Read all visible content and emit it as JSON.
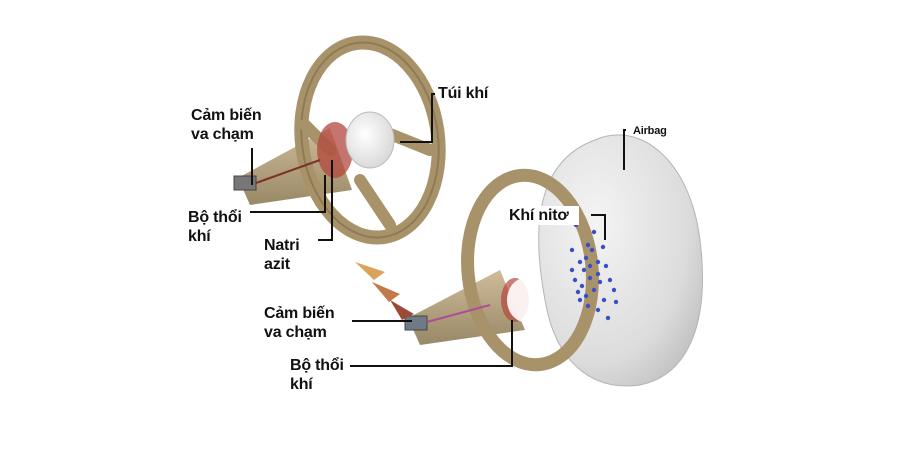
{
  "diagram": {
    "title": "Airbag deployment diagram",
    "labels": {
      "before_sensor_line1": "Cảm biến",
      "before_sensor_line2": "va chạm",
      "before_inflator_line1": "Bộ thổi",
      "before_inflator_line2": "khí",
      "sodium_azide_line1": "Natri",
      "sodium_azide_line2": "azit",
      "airbag_folded": "Túi khí",
      "airbag_inflated": "Airbag",
      "nitrogen_gas": "Khí nitơ",
      "after_sensor_line1": "Cảm biến",
      "after_sensor_line2": "va chạm",
      "after_inflator_line1": "Bộ thổi",
      "after_inflator_line2": "khí"
    },
    "colors": {
      "wheel": "#a8926a",
      "wheel_dark": "#7d6a47",
      "airbag": "#e6e6e6",
      "gas_dots": "#3b4fc4",
      "impact_arrows": "#b0623a"
    }
  }
}
